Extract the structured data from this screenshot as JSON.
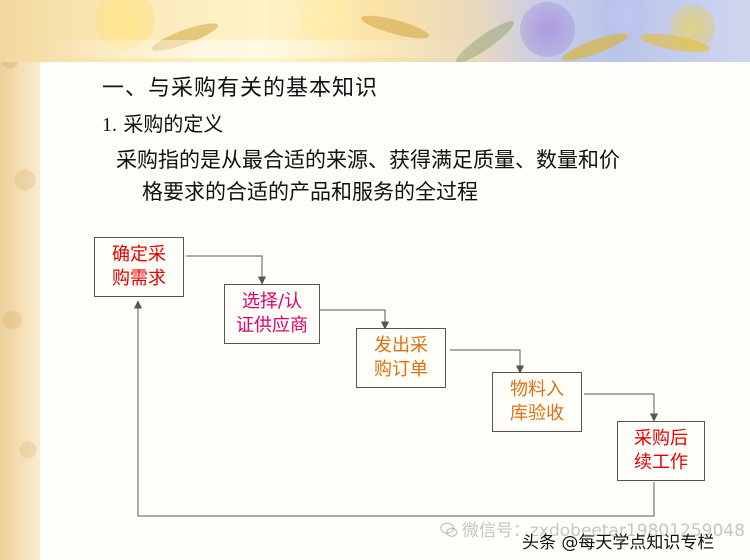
{
  "slide": {
    "heading": "一、与采购有关的基本知识",
    "section_number": "1.",
    "section_title": "采购的定义",
    "definition_line1": "采购指的是从最合适的来源、获得满足质量、数量和价",
    "definition_line2": "格要求的合适的产品和服务的全过程"
  },
  "flow": {
    "steps": [
      {
        "line1": "确定采",
        "line2": "购需求",
        "color": "#e60000"
      },
      {
        "line1": "选择/认",
        "line2": "证供应商",
        "color": "#e0006a"
      },
      {
        "line1": "发出采",
        "line2": "购订单",
        "color": "#e07010"
      },
      {
        "line1": "物料入",
        "line2": "库验收",
        "color": "#e07010"
      },
      {
        "line1": "采购后",
        "line2": "续工作",
        "color": "#e60000"
      }
    ]
  },
  "watermark": {
    "wechat_text": "微信号：zxdobeetar19801259048"
  },
  "source_badge": {
    "text": "头条 @每天学点知识专栏"
  }
}
